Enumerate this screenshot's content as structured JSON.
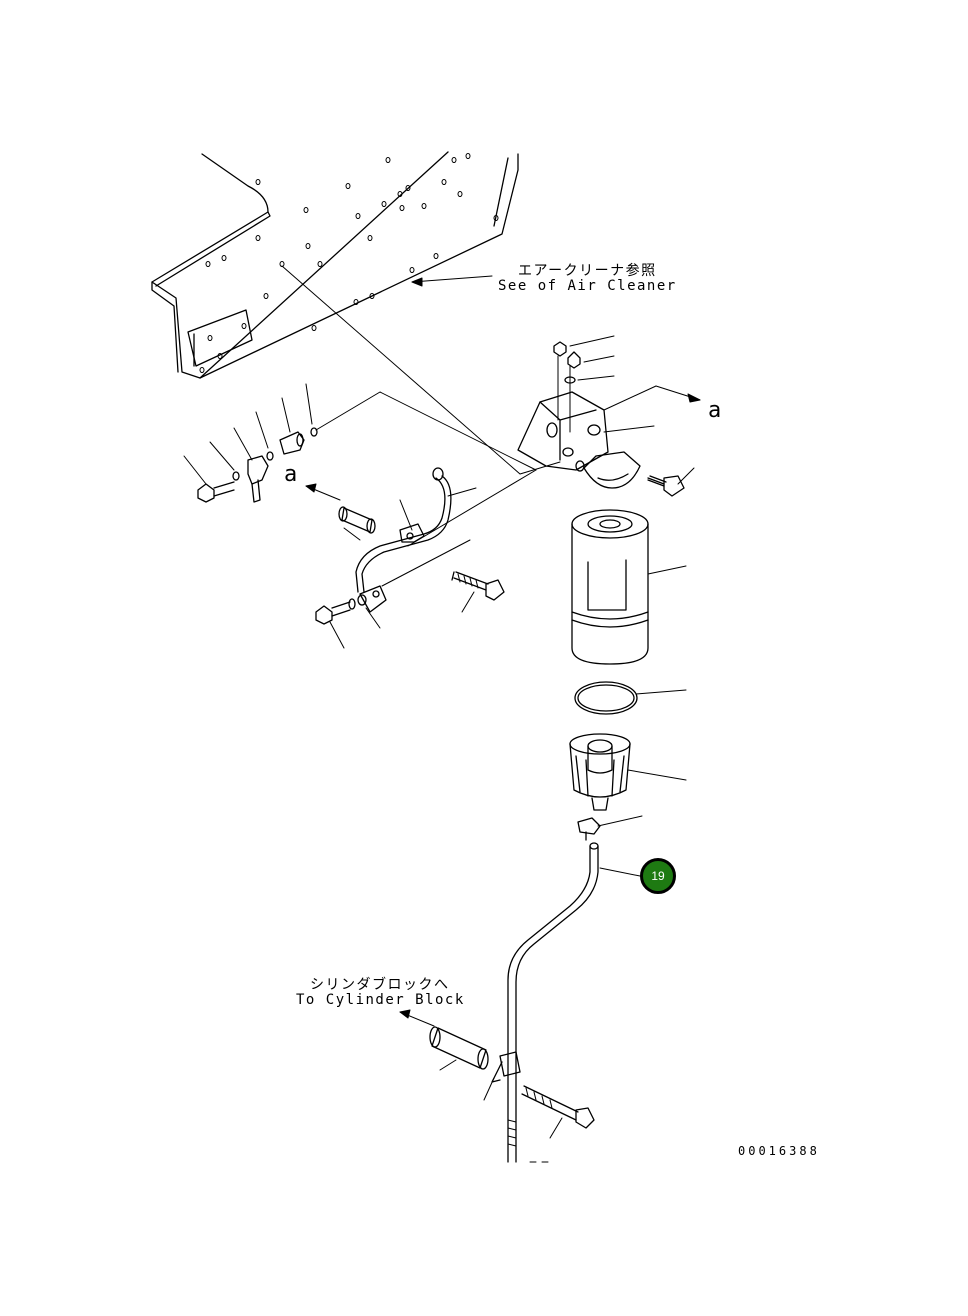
{
  "annotations": {
    "air_cleaner_ref_jp": "エアークリーナ参照",
    "air_cleaner_ref_en": "See of Air Cleaner",
    "cylinder_block_ref_jp": "シリンダブロックへ",
    "cylinder_block_ref_en": "To Cylinder Block",
    "view_mark_a_right": "a",
    "view_mark_a_left": "a"
  },
  "part_badge": {
    "label": "19",
    "color": "#1e7a12"
  },
  "drawing_number": "00016388"
}
